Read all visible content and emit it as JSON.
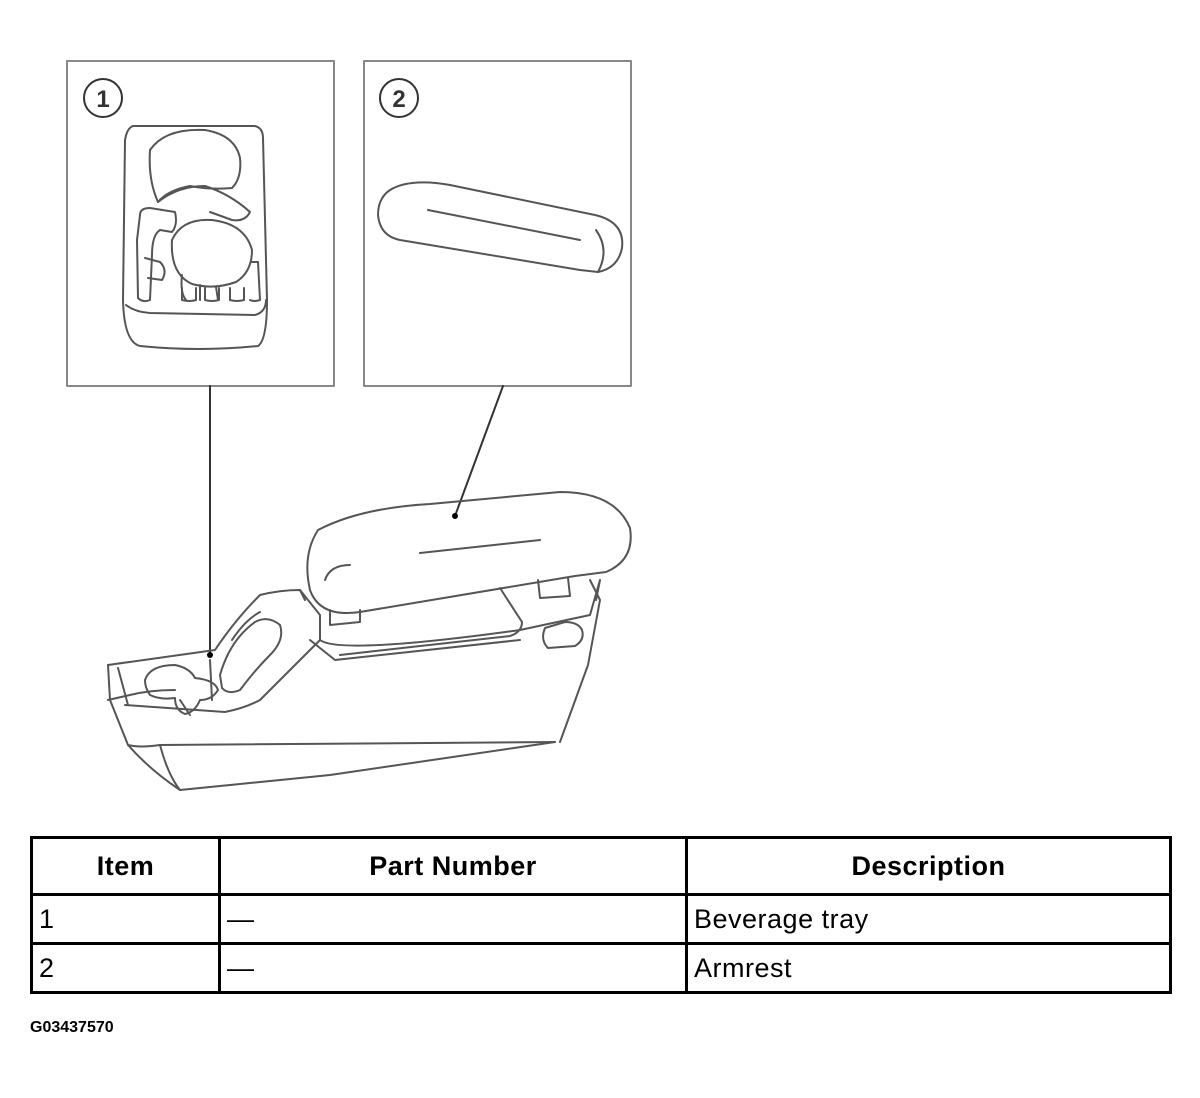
{
  "callouts": [
    {
      "number": "1",
      "label_icon": "beverage-tray-detail-icon"
    },
    {
      "number": "2",
      "label_icon": "armrest-detail-icon"
    }
  ],
  "table": {
    "headers": [
      "Item",
      "Part Number",
      "Description"
    ],
    "rows": [
      [
        "1",
        "—",
        "Beverage tray"
      ],
      [
        "2",
        "—",
        "Armrest"
      ]
    ]
  },
  "figure_code": "G03437570",
  "colors": {
    "line": "#555555",
    "frame": "#888888",
    "table_border": "#000000"
  }
}
